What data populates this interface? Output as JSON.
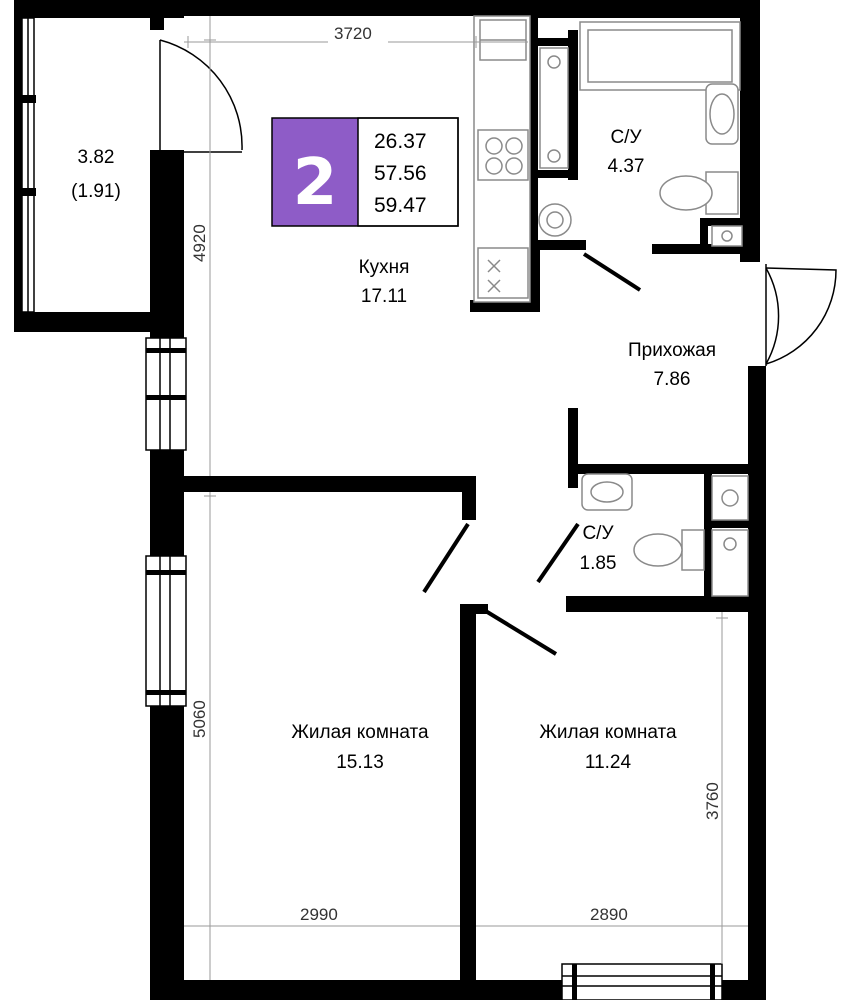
{
  "badge": {
    "rooms": "2",
    "areas": [
      "26.37",
      "57.56",
      "59.47"
    ],
    "color": "#8e5cc7"
  },
  "rooms": [
    {
      "id": "balcony",
      "name": "",
      "area": "3.82",
      "sub": "(1.91)"
    },
    {
      "id": "kitchen",
      "name": "Кухня",
      "area": "17.11"
    },
    {
      "id": "bath1",
      "name": "С/У",
      "area": "4.37"
    },
    {
      "id": "hall",
      "name": "Прихожая",
      "area": "7.86"
    },
    {
      "id": "bath2",
      "name": "С/У",
      "area": "1.85"
    },
    {
      "id": "living1",
      "name": "Жилая комната",
      "area": "15.13"
    },
    {
      "id": "living2",
      "name": "Жилая комната",
      "area": "11.24"
    }
  ],
  "dimensions": {
    "top_width": "3720",
    "kitchen_depth": "4920",
    "room1_depth": "5060",
    "room1_width": "2990",
    "room2_width": "2890",
    "room2_depth": "3760"
  }
}
